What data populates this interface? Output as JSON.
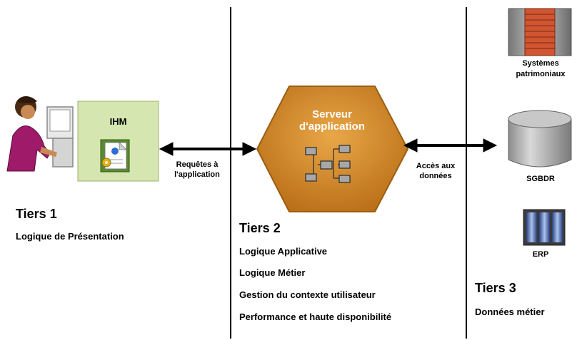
{
  "tier1": {
    "title": "Tiers 1",
    "items": [
      "Logique de Présentation"
    ],
    "ihm_label": "IHM"
  },
  "arrow_left": {
    "label_line1": "Requêtes à",
    "label_line2": "l'application"
  },
  "tier2": {
    "server_line1": "Serveur",
    "server_line2": "d'application",
    "title": "Tiers 2",
    "items": [
      "Logique Applicative",
      "Logique Métier",
      "Gestion du contexte utilisateur",
      "Performance et haute disponibilité"
    ]
  },
  "arrow_right": {
    "label_line1": "Accès aux",
    "label_line2": "données"
  },
  "tier3": {
    "legacy_line1": "Systèmes",
    "legacy_line2": "patrimoniaux",
    "db_label": "SGBDR",
    "erp_label": "ERP",
    "title": "Tiers 3",
    "items": [
      "Données métier"
    ]
  },
  "colors": {
    "hexagon": "#d08a2a",
    "hexagon_dark": "#9a5e12",
    "ihm_panel": "#d6e6b0",
    "ihm_border": "#9db070",
    "legacy_red": "#d05530",
    "db_gray": "#b5b5b5",
    "erp_blue": "#6d8fd6"
  },
  "icons": [
    "user-at-computer-icon",
    "document-gear-icon",
    "module-graph-icon",
    "mainframe-icon",
    "database-cylinder-icon",
    "server-rack-icon"
  ]
}
